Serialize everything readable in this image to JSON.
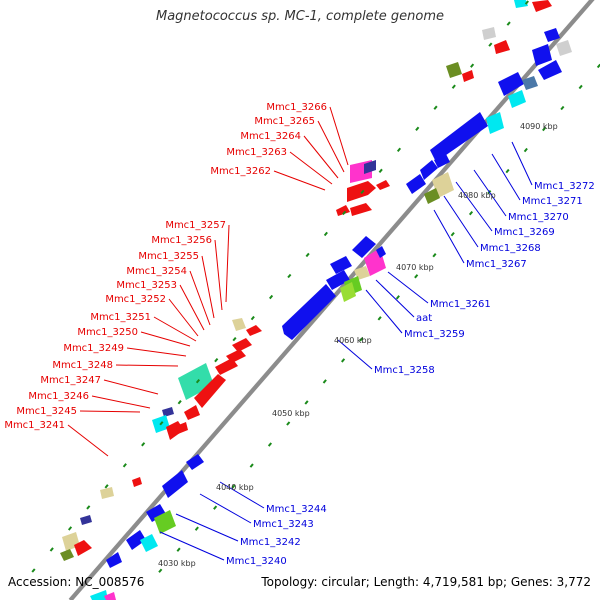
{
  "title": "Magnetococcus sp. MC-1, complete genome",
  "footer": {
    "accession": "Accession: NC_008576",
    "topology": "Topology: circular; Length: 4,719,581 bp; Genes: 3,772"
  },
  "colors": {
    "backbone": "#8c8c8c",
    "left_label": "#e60000",
    "right_label": "#0000dd",
    "tick_dot": "#1a8a1a",
    "gene_red": "#ee1111",
    "gene_blue": "#1010ee",
    "gene_cyan": "#00e8f0",
    "gene_pink": "#ff33cc",
    "gene_green": "#66cc22",
    "gene_olive": "#6b8e23",
    "gene_khaki": "#ddd299",
    "gene_teal": "#33ddaa",
    "gene_navy": "#333399",
    "gene_grey": "#cfcfcf",
    "gene_steel": "#4b78a8"
  },
  "scale_ticks": [
    {
      "label": "4030 kbp"
    },
    {
      "label": "4040 kbp"
    },
    {
      "label": "4050 kbp"
    },
    {
      "label": "4060 kbp"
    },
    {
      "label": "4070 kbp"
    },
    {
      "label": "4080 kbp"
    },
    {
      "label": "4090 kbp"
    }
  ],
  "left_labels": [
    "Mmc1_3266",
    "Mmc1_3265",
    "Mmc1_3264",
    "Mmc1_3263",
    "Mmc1_3262",
    "Mmc1_3257",
    "Mmc1_3256",
    "Mmc1_3255",
    "Mmc1_3254",
    "Mmc1_3253",
    "Mmc1_3252",
    "Mmc1_3251",
    "Mmc1_3250",
    "Mmc1_3249",
    "Mmc1_3248",
    "Mmc1_3247",
    "Mmc1_3246",
    "Mmc1_3245",
    "Mmc1_3241"
  ],
  "right_labels": [
    "Mmc1_3272",
    "Mmc1_3271",
    "Mmc1_3270",
    "Mmc1_3269",
    "Mmc1_3268",
    "Mmc1_3267",
    "Mmc1_3261",
    "aat",
    "Mmc1_3259",
    "Mmc1_3258",
    "Mmc1_3244",
    "Mmc1_3243",
    "Mmc1_3242",
    "Mmc1_3240"
  ]
}
